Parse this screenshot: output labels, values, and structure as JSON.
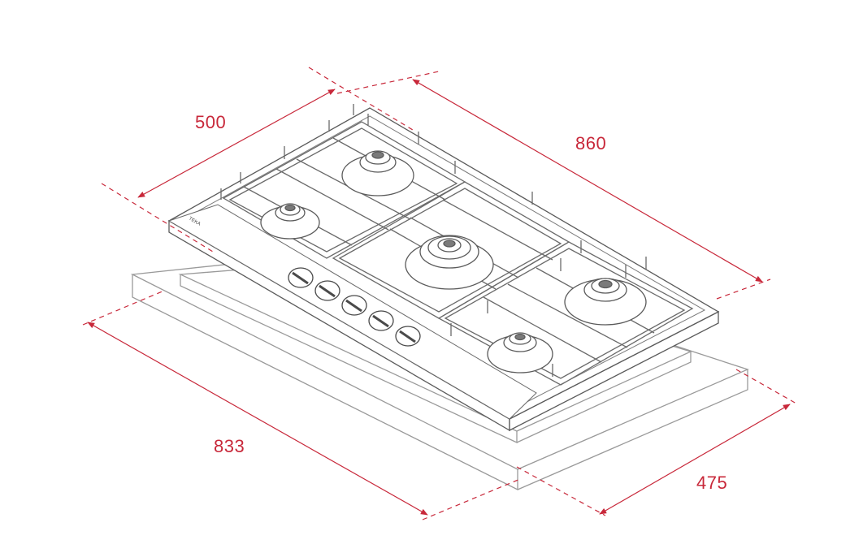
{
  "colors": {
    "dimension": "#c8283a",
    "line": "#5a5a5a",
    "light_line": "#9a9a9a",
    "background": "#ffffff"
  },
  "brand_text": "TEKA",
  "dimensions": {
    "hob_depth": "500",
    "hob_width": "860",
    "cutout_width": "833",
    "cutout_depth": "475"
  }
}
